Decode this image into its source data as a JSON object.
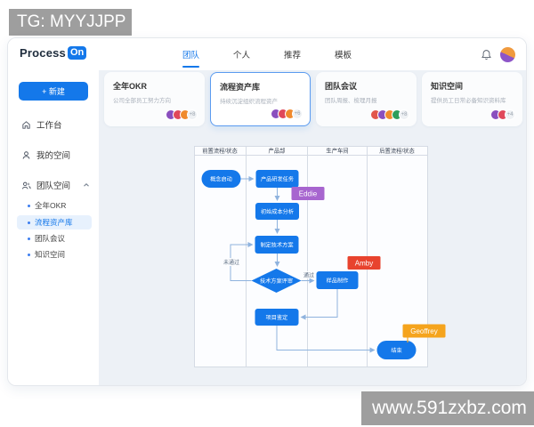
{
  "watermarks": {
    "top_left": "TG: MYYJJPP",
    "bottom_right": "www.591zxbz.com"
  },
  "topbar": {
    "logo_text": "Process",
    "logo_badge": "On",
    "tabs": [
      {
        "label": "团队"
      },
      {
        "label": "个人"
      },
      {
        "label": "推荐"
      },
      {
        "label": "模板"
      }
    ],
    "active_tab": "团队"
  },
  "sidebar": {
    "new_button": "+ 新建",
    "items": [
      {
        "label": "工作台"
      },
      {
        "label": "我的空间"
      },
      {
        "label": "团队空间"
      }
    ],
    "team_children": [
      {
        "label": "全年OKR"
      },
      {
        "label": "流程资产库"
      },
      {
        "label": "团队会议"
      },
      {
        "label": "知识空间"
      }
    ],
    "selected_child": "流程资产库"
  },
  "cards": [
    {
      "title": "全年OKR",
      "subtitle": "公司全部员工努力方向",
      "avatars": [
        "#8a4fbe",
        "#e0485a",
        "#f08a2d"
      ],
      "extra": "+8"
    },
    {
      "title": "流程资产库",
      "subtitle": "持续沉淀组织流程资产",
      "avatars": [
        "#8a4fbe",
        "#e0485a",
        "#f08a2d"
      ],
      "extra": "+6"
    },
    {
      "title": "团队会议",
      "subtitle": "团队周报、梳理月报",
      "avatars": [
        "#e2574c",
        "#8a4fbe",
        "#f08a2d",
        "#2e9e5b"
      ],
      "extra": "+8"
    },
    {
      "title": "知识空间",
      "subtitle": "提供员工日常必备知识资料库",
      "avatars": [
        "#8a4fbe",
        "#e0485a"
      ],
      "extra": "+4"
    }
  ],
  "flowchart": {
    "lanes": [
      "前置流程/状态",
      "产品部",
      "生产车间",
      "后置流程/状态"
    ],
    "nodes": {
      "start": "概念启动",
      "task": "产品研发任务",
      "cost": "初始成本分析",
      "plan": "制定技术方案",
      "review": "技术方案评审",
      "sample": "样品制作",
      "appraisal": "项目鉴定",
      "end": "结束"
    },
    "edge_labels": {
      "fail": "未通过",
      "pass": "通过"
    },
    "tags": [
      {
        "name": "Eddie",
        "color": "#a765cf"
      },
      {
        "name": "Amby",
        "color": "#e8432e"
      },
      {
        "name": "Geoffrey",
        "color": "#f5a41d"
      }
    ],
    "colors": {
      "node": "#1478ea",
      "line": "#8fb3de",
      "canvas": "#fcfdff",
      "border": "#d5dbe4"
    }
  }
}
